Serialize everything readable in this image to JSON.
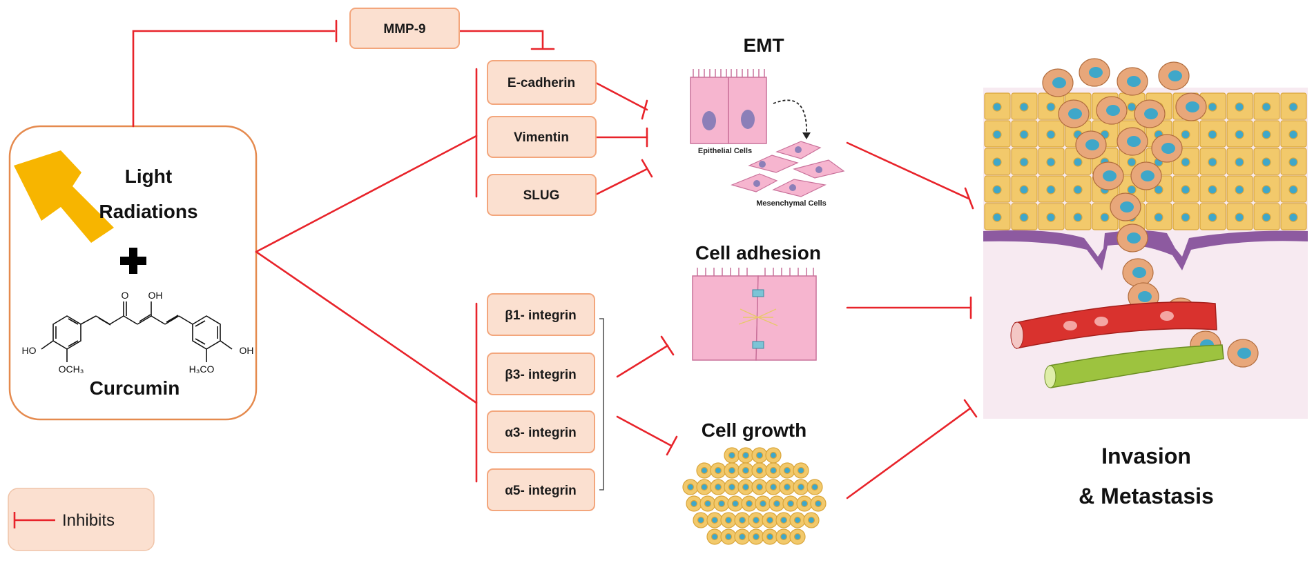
{
  "left_box": {
    "label_line1": "Light",
    "label_line2": "Radiations",
    "compound": "Curcumin",
    "chem_O": "O",
    "chem_OH_top": "OH",
    "chem_HO_left": "HO",
    "chem_OCH3": "OCH₃",
    "chem_H3CO": "H₃CO",
    "chem_OH_right": "OH"
  },
  "nodes": {
    "mmp9": "MMP-9",
    "ecadherin": "E-cadherin",
    "vimentin": "Vimentin",
    "slug": "SLUG",
    "b1": "β1- integrin",
    "b3": "β3- integrin",
    "a3": "α3- integrin",
    "a5": "α5- integrin"
  },
  "processes": {
    "emt": "EMT",
    "epithelial": "Epithelial Cells",
    "mesenchymal": "Mesenchymal Cells",
    "adhesion": "Cell adhesion",
    "growth": "Cell growth"
  },
  "outcome": {
    "line1": "Invasion",
    "line2": "& Metastasis"
  },
  "legend": {
    "label": "Inhibits"
  },
  "colors": {
    "inhibit": "#e8232a",
    "node_fill": "#fbe0d0",
    "node_border": "#f3a67c",
    "box_border": "#e58a4e",
    "bolt": "#f7b500",
    "epithelial_cell": "#f6b5cf",
    "nucleus": "#8c7fb8",
    "tumor_cell": "#f2c96b",
    "cancer_cell": "#e8a77a",
    "cancer_nucleus": "#3fa7c9",
    "vessel_red": "#d9322e",
    "vessel_green": "#9dc33f"
  }
}
